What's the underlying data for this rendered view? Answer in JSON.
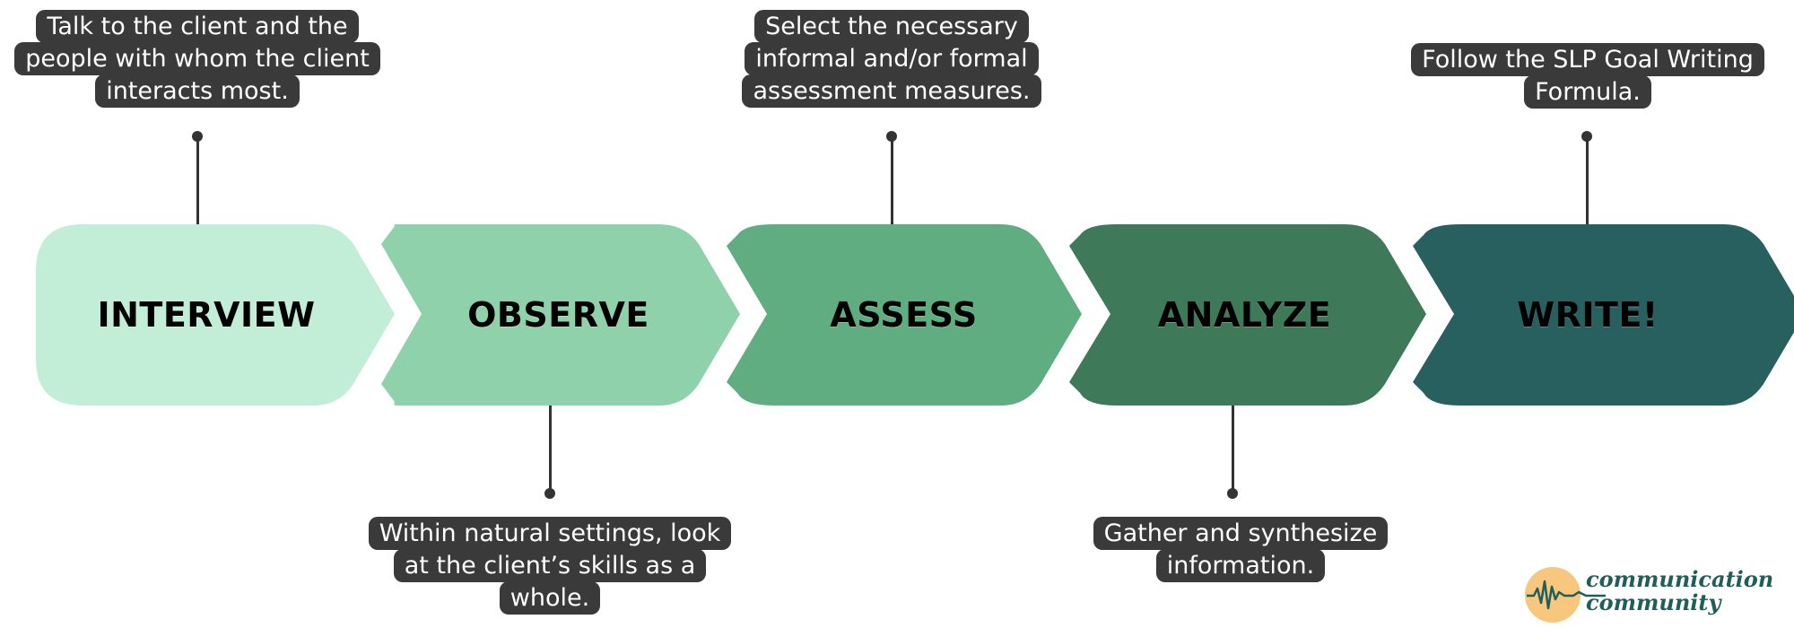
{
  "steps": [
    {
      "label": "INTERVIEW",
      "color": "#c2eed8"
    },
    {
      "label": "OBSERVE",
      "color": "#8fd1aa"
    },
    {
      "label": "ASSESS",
      "color": "#5fad80"
    },
    {
      "label": "ANALYZE",
      "color": "#3e7a59"
    },
    {
      "label": "WRITE!",
      "color": "#286060"
    }
  ],
  "callouts": [
    {
      "step": "interview",
      "position": "top",
      "lines": [
        "Talk to the client and the",
        "people with whom the client",
        "interacts most."
      ]
    },
    {
      "step": "observe",
      "position": "bottom",
      "lines": [
        "Within natural settings, look",
        "at the client’s skills as a",
        "whole."
      ]
    },
    {
      "step": "assess",
      "position": "top",
      "lines": [
        "Select the necessary",
        "informal and/or formal",
        "assessment measures."
      ]
    },
    {
      "step": "analyze",
      "position": "bottom",
      "lines": [
        "Gather and synthesize",
        "information."
      ]
    },
    {
      "step": "write",
      "position": "top",
      "lines": [
        "Follow the SLP Goal Writing",
        "Formula."
      ]
    }
  ],
  "logo": {
    "line1": "communication",
    "line2": "community",
    "badge_color": "#f6c77c",
    "text_color": "#1f5e5a",
    "icon": "speech-bubble-wave-icon"
  },
  "colors": {
    "callout_bg": "#3a3a3a",
    "connector": "#333333"
  }
}
